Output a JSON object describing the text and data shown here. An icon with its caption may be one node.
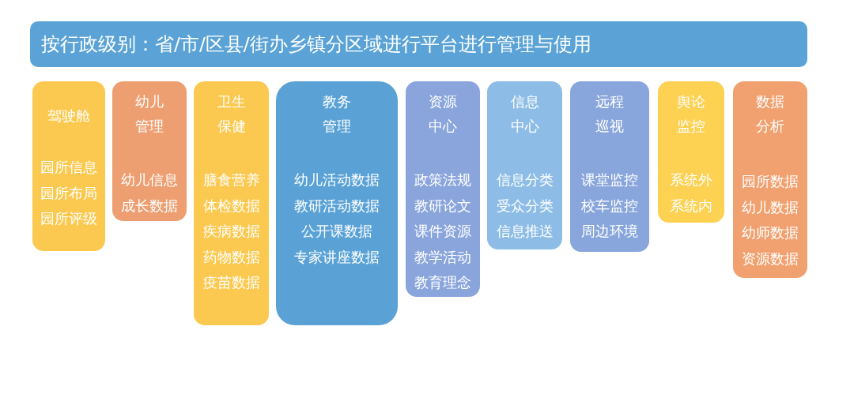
{
  "diagram": {
    "nodes": [
      {
        "text": [
          "按行政级别：省/市/区县/街办乡镇分区域进行平台进行管理与使用"
        ]
      },
      {
        "text": [
          "驾驶舱",
          "园所信息",
          "园所布局",
          "园所评级"
        ]
      },
      {
        "text": [
          "幼儿管理",
          "幼儿信息",
          "成长数据"
        ]
      },
      {
        "text": [
          "卫生保健",
          "膳食营养",
          "体检数据",
          "疾病数据",
          "药物数据",
          "疫苗数据"
        ]
      },
      {
        "text": [
          "教务管理",
          "幼儿活动数据",
          "教研活动数据",
          "公开课数据",
          "专家讲座数据"
        ]
      },
      {
        "text": [
          "资源中心",
          "政策法规",
          "教研论文",
          "课件资源",
          "教学活动",
          "教育理念"
        ]
      },
      {
        "text": [
          "信息中心",
          "信息分类",
          "受众分类",
          "信息推送"
        ]
      },
      {
        "text": [
          "远程巡视",
          "课堂监控",
          "校车监控",
          "周边环境"
        ]
      },
      {
        "text": [
          "舆论监控",
          "系统外",
          "系统内"
        ]
      },
      {
        "text": [
          "数据分析",
          "园所数据",
          "幼儿数据",
          "幼师数据",
          "资源数据"
        ]
      }
    ]
  }
}
